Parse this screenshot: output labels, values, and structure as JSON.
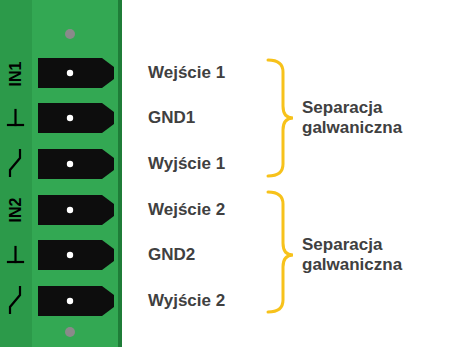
{
  "diagram": {
    "labels": [
      "IN1",
      "IN2",
      "Wejście 1",
      "GND1",
      "Wyjście 1",
      "Wejście 2",
      "GND2",
      "Wyjście 2",
      "Separacja galwaniczna",
      "Separacja galwaniczna"
    ]
  }
}
